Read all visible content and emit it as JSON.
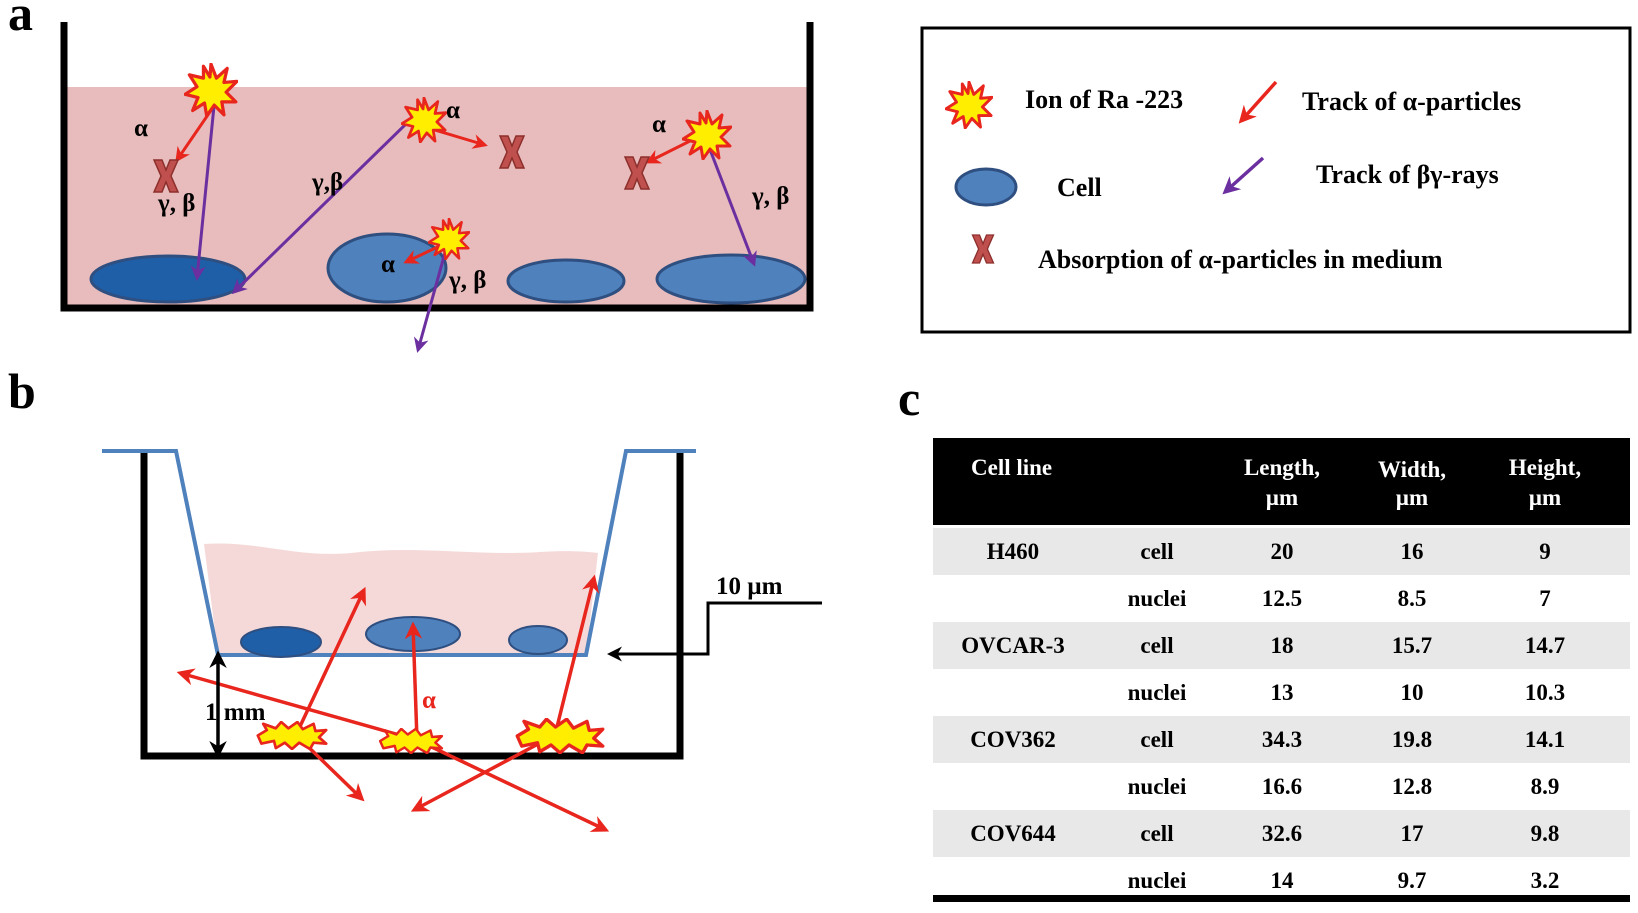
{
  "panels": {
    "a": {
      "letter": "a",
      "labels": {
        "alpha_1": "α",
        "gamma_beta_1": "γ, β",
        "gamma_beta_2": "γ,β",
        "alpha_2": "α",
        "alpha_3": "α",
        "gamma_beta_3": "γ, β",
        "alpha_4": "α",
        "gamma_beta_4": "γ, β"
      },
      "legend": {
        "ion": "Ion of Ra -223",
        "alpha_track": "Track of  α-particles",
        "cell": "Cell",
        "bg_track": "Track of  βγ-rays",
        "absorption": "Absorption of    α-particles   in medium"
      }
    },
    "b": {
      "letter": "b",
      "scale_10um": "10 µm",
      "scale_1mm": "1 mm",
      "alpha": "α"
    },
    "c": {
      "letter": "c",
      "headers": {
        "cell_line": "Cell line",
        "length_1": "Length,",
        "length_2": "µm",
        "width_1": "Width,",
        "width_2": "µm",
        "height_1": "Height,",
        "height_2": "µm"
      },
      "rows": [
        {
          "line": "H460",
          "type": "cell",
          "length": "20",
          "width": "16",
          "height": "9"
        },
        {
          "line": "",
          "type": "nuclei",
          "length": "12.5",
          "width": "8.5",
          "height": "7"
        },
        {
          "line": "OVCAR-3",
          "type": "cell",
          "length": "18",
          "width": "15.7",
          "height": "14.7"
        },
        {
          "line": "",
          "type": "nuclei",
          "length": "13",
          "width": "10",
          "height": "10.3"
        },
        {
          "line": "COV362",
          "type": "cell",
          "length": "34.3",
          "width": "19.8",
          "height": "14.1"
        },
        {
          "line": "",
          "type": "nuclei",
          "length": "16.6",
          "width": "12.8",
          "height": "8.9"
        },
        {
          "line": "COV644",
          "type": "cell",
          "length": "32.6",
          "width": "17",
          "height": "9.8"
        },
        {
          "line": "",
          "type": "nuclei",
          "length": "14",
          "width": "9.7",
          "height": "3.2"
        }
      ]
    }
  },
  "colors": {
    "medium_pink": "#e8bcbc",
    "medium_light": "#f5d9d9",
    "cell_blue": "#4f81bd",
    "cell_dark": "#1f5fa8",
    "cell_stroke": "#2e4f80",
    "alpha_red": "#e8261d",
    "bg_purple": "#6b2fa0",
    "ion_yellow": "#ffee00",
    "x_mark": "#c0504d",
    "well_blue": "#4f81bd",
    "row_shade": "#e8e8e8"
  }
}
